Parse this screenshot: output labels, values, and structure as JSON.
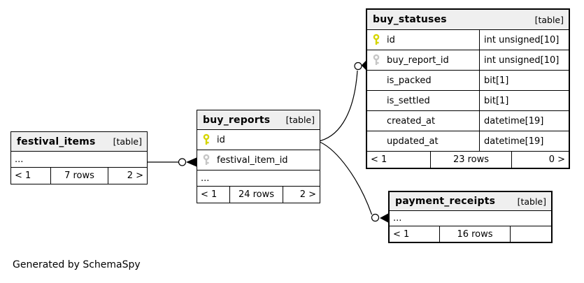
{
  "colors": {
    "primary_key": "#d6d600",
    "foreign_key": "#c6c6c6",
    "header_bg": "#efefef",
    "border": "#000000"
  },
  "footer_note": "Generated by SchemaSpy",
  "tables": {
    "festival_items": {
      "name": "festival_items",
      "tag": "[table]",
      "ellipsis": "...",
      "footer": {
        "left": "< 1",
        "center": "7 rows",
        "right": "2 >"
      }
    },
    "buy_reports": {
      "name": "buy_reports",
      "tag": "[table]",
      "columns": [
        {
          "name": "id",
          "key": "primary"
        },
        {
          "name": "festival_item_id",
          "key": "foreign"
        }
      ],
      "ellipsis": "...",
      "footer": {
        "left": "< 1",
        "center": "24 rows",
        "right": "2 >"
      }
    },
    "buy_statuses": {
      "name": "buy_statuses",
      "tag": "[table]",
      "columns": [
        {
          "name": "id",
          "type": "int unsigned[10]",
          "key": "primary"
        },
        {
          "name": "buy_report_id",
          "type": "int unsigned[10]",
          "key": "foreign"
        },
        {
          "name": "is_packed",
          "type": "bit[1]",
          "key": ""
        },
        {
          "name": "is_settled",
          "type": "bit[1]",
          "key": ""
        },
        {
          "name": "created_at",
          "type": "datetime[19]",
          "key": ""
        },
        {
          "name": "updated_at",
          "type": "datetime[19]",
          "key": ""
        }
      ],
      "footer": {
        "left": "< 1",
        "center": "23 rows",
        "right": "0 >"
      }
    },
    "payment_receipts": {
      "name": "payment_receipts",
      "tag": "[table]",
      "ellipsis": "...",
      "footer": {
        "left": "< 1",
        "center": "16 rows",
        "right": ""
      }
    }
  }
}
